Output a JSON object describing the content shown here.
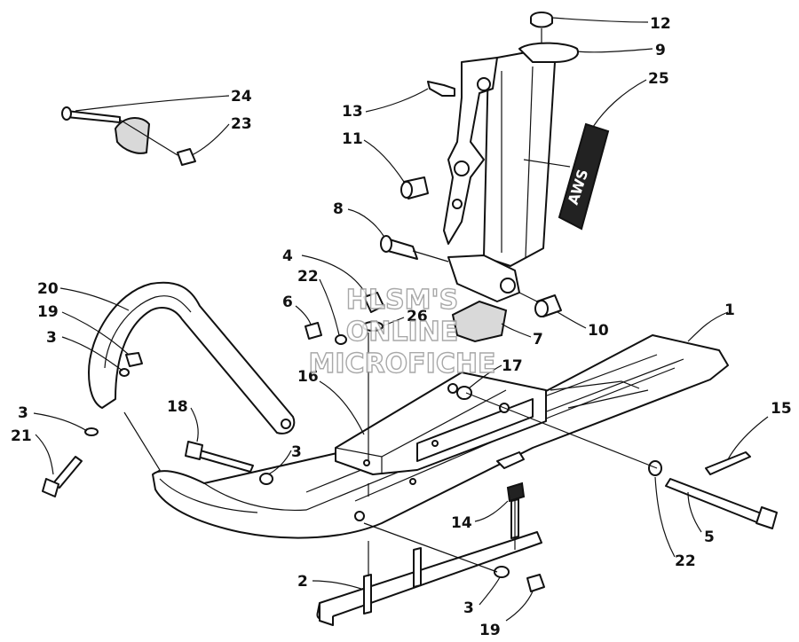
{
  "watermark": {
    "line1": "HLSM'S",
    "line2": "ONLINE",
    "line3": "MICROFICHE"
  },
  "decal": {
    "text": "AWS"
  },
  "callouts": [
    {
      "id": "c1",
      "label": "1"
    },
    {
      "id": "c2",
      "label": "2"
    },
    {
      "id": "c3a",
      "label": "3"
    },
    {
      "id": "c3b",
      "label": "3"
    },
    {
      "id": "c3c",
      "label": "3"
    },
    {
      "id": "c3d",
      "label": "3"
    },
    {
      "id": "c4",
      "label": "4"
    },
    {
      "id": "c5",
      "label": "5"
    },
    {
      "id": "c6",
      "label": "6"
    },
    {
      "id": "c7",
      "label": "7"
    },
    {
      "id": "c8",
      "label": "8"
    },
    {
      "id": "c9",
      "label": "9"
    },
    {
      "id": "c10",
      "label": "10"
    },
    {
      "id": "c11",
      "label": "11"
    },
    {
      "id": "c12",
      "label": "12"
    },
    {
      "id": "c13",
      "label": "13"
    },
    {
      "id": "c14",
      "label": "14"
    },
    {
      "id": "c15",
      "label": "15"
    },
    {
      "id": "c16",
      "label": "16"
    },
    {
      "id": "c17",
      "label": "17"
    },
    {
      "id": "c18",
      "label": "18"
    },
    {
      "id": "c19a",
      "label": "19"
    },
    {
      "id": "c19b",
      "label": "19"
    },
    {
      "id": "c20",
      "label": "20"
    },
    {
      "id": "c21",
      "label": "21"
    },
    {
      "id": "c22a",
      "label": "22"
    },
    {
      "id": "c22b",
      "label": "22"
    },
    {
      "id": "c23",
      "label": "23"
    },
    {
      "id": "c24",
      "label": "24"
    },
    {
      "id": "c25",
      "label": "25"
    },
    {
      "id": "c26",
      "label": "26"
    }
  ],
  "colors": {
    "ink": "#111111",
    "background": "#ffffff",
    "watermark_outline": "#9a9a9a"
  }
}
